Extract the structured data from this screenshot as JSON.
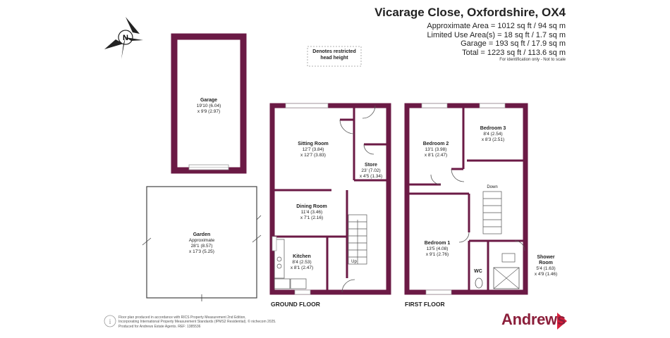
{
  "header": {
    "title": "Vicarage Close, Oxfordshire, OX4",
    "area_lines": [
      "Approximate Area = 1012 sq ft / 94 sq m",
      "Limited Use Area(s) = 18 sq ft / 1.7 sq m",
      "Garage = 193 sq ft / 17.9 sq m",
      "Total = 1223 sq ft / 113.6 sq m"
    ],
    "note": "For identification only - Not to scale"
  },
  "compass": {
    "letter": "N"
  },
  "restricted_note": [
    "Denotes restricted",
    "head height"
  ],
  "rooms": {
    "garage": {
      "name": "Garage",
      "dims": [
        "19'10 (6.04)",
        "x 9'9 (2.97)"
      ]
    },
    "garden": {
      "name": "Garden",
      "dims": [
        "Approximate",
        "28'1 (8.57)",
        "x 17'3 (5.25)"
      ]
    },
    "sitting": {
      "name": "Sitting Room",
      "dims": [
        "12'7 (3.84)",
        "x 12'7 (3.83)"
      ]
    },
    "store": {
      "name": "Store",
      "dims": [
        "23' (7.02)",
        "x 4'5 (1.34)"
      ]
    },
    "dining": {
      "name": "Dining Room",
      "dims": [
        "11'4 (3.46)",
        "x 7'1 (2.16)"
      ]
    },
    "kitchen": {
      "name": "Kitchen",
      "dims": [
        "8'4 (2.53)",
        "x 8'1 (2.47)"
      ]
    },
    "bedroom2": {
      "name": "Bedroom 2",
      "dims": [
        "13'1 (3.98)",
        "x 8'1 (2.47)"
      ]
    },
    "bedroom3": {
      "name": "Bedroom 3",
      "dims": [
        "8'4 (2.54)",
        "x 8'3 (2.51)"
      ]
    },
    "bedroom1": {
      "name": "Bedroom 1",
      "dims": [
        "13'5 (4.08)",
        "x 9'1 (2.76)"
      ]
    },
    "shower": {
      "name": "Shower",
      "name2": "Room",
      "dims": [
        "5'4 (1.63)",
        "x 4'9 (1.46)"
      ]
    },
    "wc": {
      "name": "WC"
    }
  },
  "stair_labels": {
    "up": "Up",
    "down": "Down"
  },
  "floors": {
    "ground": "GROUND FLOOR",
    "first": "FIRST FLOOR"
  },
  "footer": [
    "Floor plan produced in accordance with RICS Property Measurement 2nd Edition,",
    "Incorporating International Property Measurement Standards (IPMS2 Residential).  © nichecom 2025.",
    "Produced for Andrews Estate Agents.   REF: 1385536"
  ],
  "brand": {
    "name": "Andrews"
  },
  "colors": {
    "wall": "#6b1a45",
    "brand": "#8b1e3a",
    "brand_accent": "#d81e3a"
  }
}
